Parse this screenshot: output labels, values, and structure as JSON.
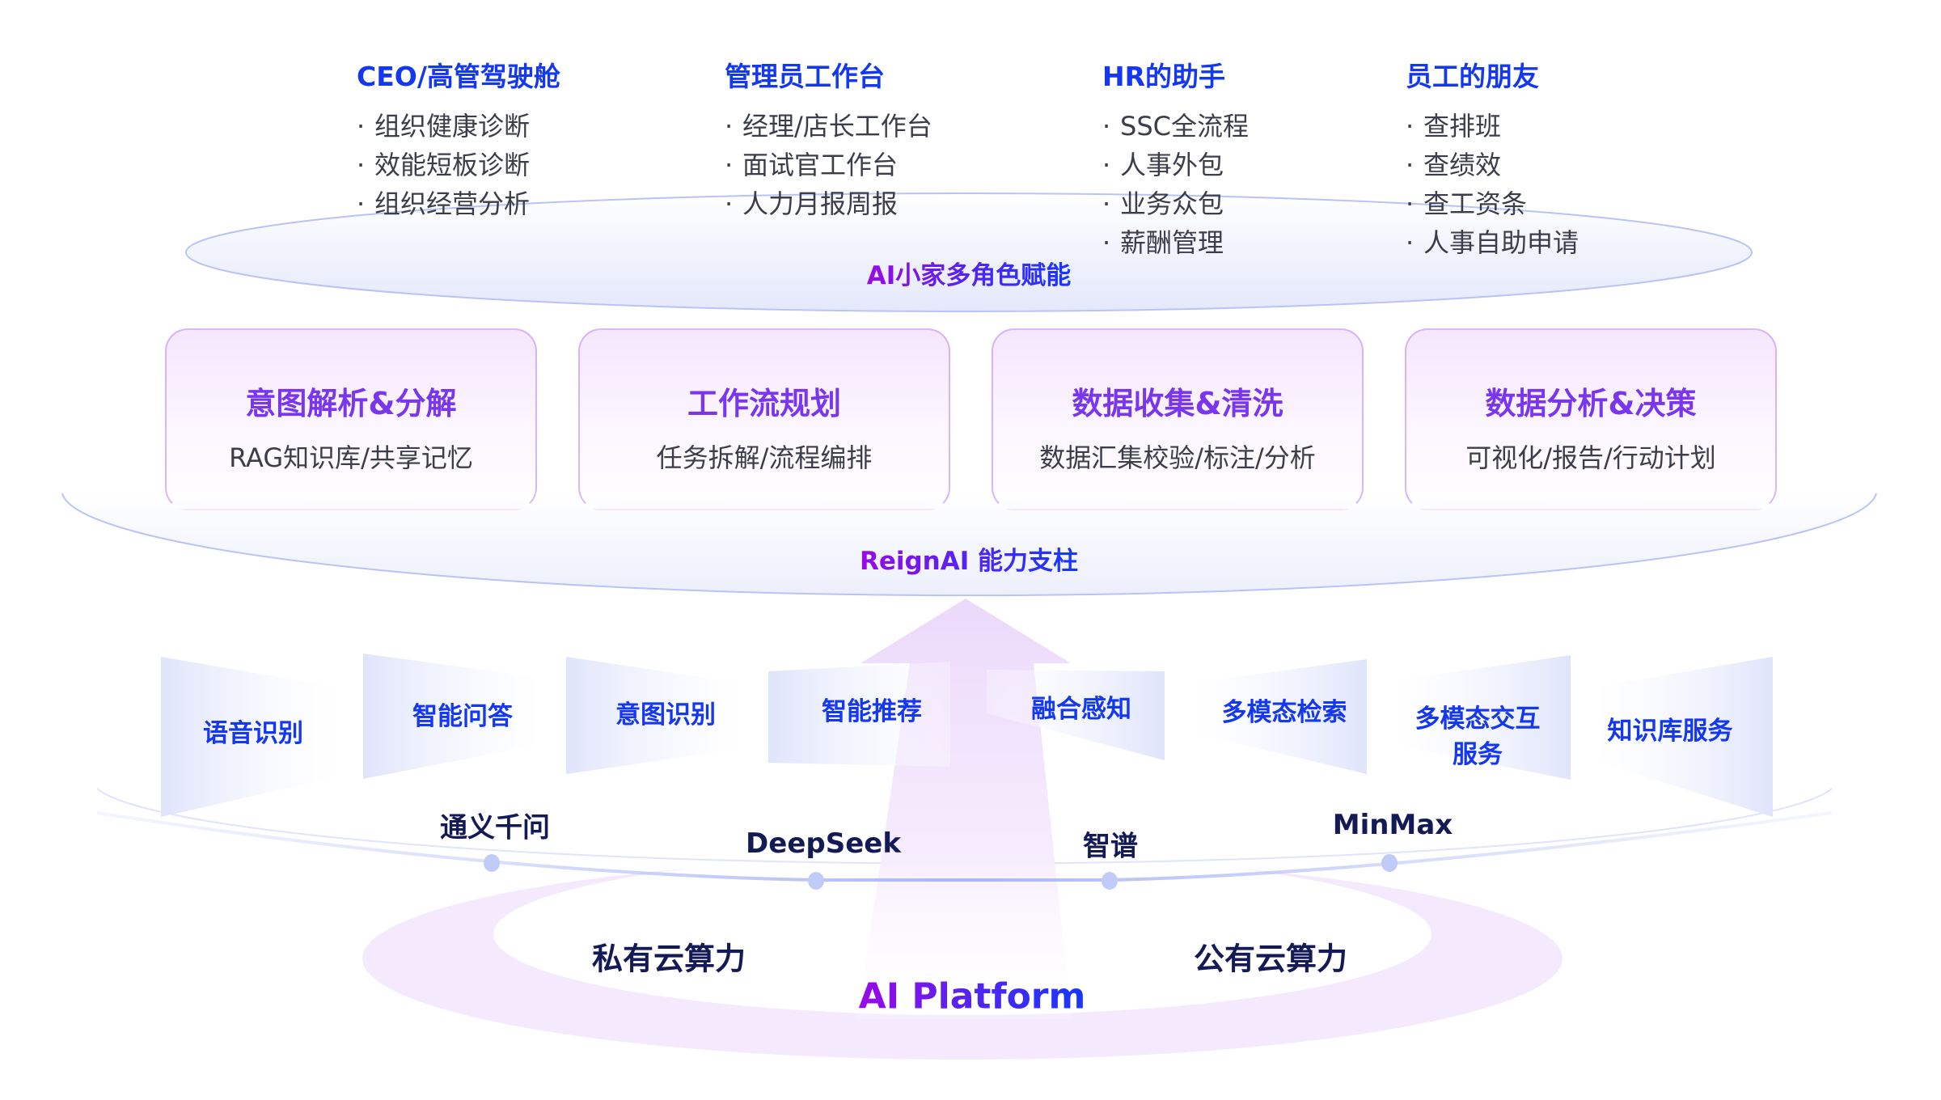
{
  "roles": [
    {
      "title": "CEO/高管驾驶舱",
      "items": [
        "组织健康诊断",
        "效能短板诊断",
        "组织经营分析"
      ]
    },
    {
      "title": "管理员工作台",
      "items": [
        "经理/店长工作台",
        "面试官工作台",
        "人力月报周报"
      ]
    },
    {
      "title": "HR的助手",
      "items": [
        "SSC全流程",
        "人事外包",
        "业务众包",
        "薪酬管理"
      ]
    },
    {
      "title": "员工的朋友",
      "items": [
        "查排班",
        "查绩效",
        "查工资条",
        "人事自助申请"
      ]
    }
  ],
  "bullet": "·",
  "layers": {
    "top_label": "AI小家多角色赋能",
    "middle_label": "ReignAI 能力支柱",
    "platform_label": "AI Platform"
  },
  "pillars": [
    {
      "title": "意图解析&分解",
      "subtitle": "RAG知识库/共享记忆"
    },
    {
      "title": "工作流规划",
      "subtitle": "任务拆解/流程编排"
    },
    {
      "title": "数据收集&清洗",
      "subtitle": "数据汇集校验/标注/分析"
    },
    {
      "title": "数据分析&决策",
      "subtitle": "可视化/报告/行动计划"
    }
  ],
  "capabilities": [
    {
      "line1": "语音识别",
      "line2": ""
    },
    {
      "line1": "智能问答",
      "line2": ""
    },
    {
      "line1": "意图识别",
      "line2": ""
    },
    {
      "line1": "智能推荐",
      "line2": ""
    },
    {
      "line1": "融合感知",
      "line2": ""
    },
    {
      "line1": "多模态检索",
      "line2": ""
    },
    {
      "line1": "多模态交互",
      "line2": "服务"
    },
    {
      "line1": "知识库服务",
      "line2": ""
    }
  ],
  "models": [
    "通义千问",
    "DeepSeek",
    "智谱",
    "MinMax"
  ],
  "compute": {
    "private": "私有云算力",
    "public": "公有云算力"
  },
  "colors": {
    "heading_blue": "#1437f0",
    "card_purple": "#7a36ee",
    "dark_navy": "#141a55",
    "body_gray": "#3b3e4a",
    "gradient_start": "#9a09e8",
    "gradient_end": "#1637ff"
  }
}
